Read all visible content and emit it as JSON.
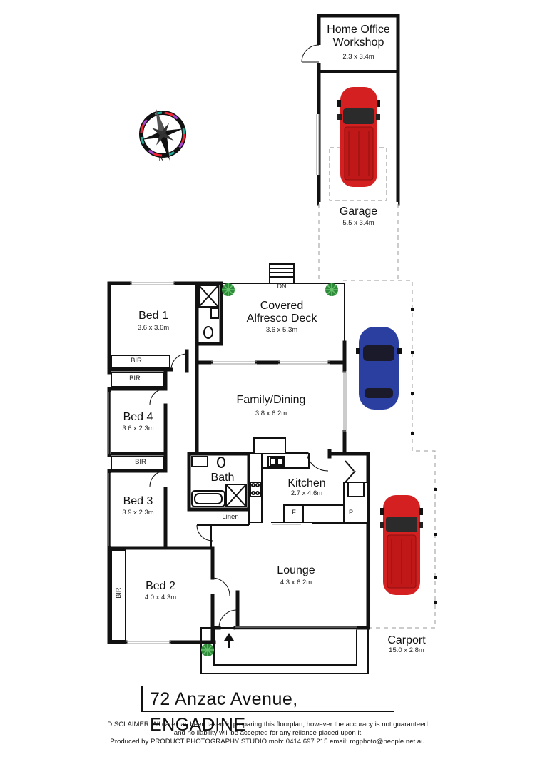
{
  "compass": {
    "label": "N"
  },
  "rooms": {
    "home_office": {
      "name_line1": "Home Office",
      "name_line2": "Workshop",
      "size": "2.3 x 3.4m"
    },
    "garage": {
      "name": "Garage",
      "size": "5.5 x 3.4m"
    },
    "bed1": {
      "name": "Bed 1",
      "size": "3.6 x 3.6m"
    },
    "alfresco": {
      "name_line1": "Covered",
      "name_line2": "Alfresco Deck",
      "size": "3.6 x 5.3m",
      "stairs_label": "DN"
    },
    "bed4": {
      "name": "Bed 4",
      "size": "3.6 x 2.3m"
    },
    "family_dining": {
      "name": "Family/Dining",
      "size": "3.8 x 6.2m"
    },
    "bath": {
      "name": "Bath"
    },
    "kitchen": {
      "name": "Kitchen",
      "size": "2.7 x 4.6m",
      "fridge": "F",
      "pantry": "P"
    },
    "bed3": {
      "name": "Bed 3",
      "size": "3.9 x 2.3m"
    },
    "linen": {
      "name": "Linen"
    },
    "lounge": {
      "name": "Lounge",
      "size": "4.3  x 6.2m"
    },
    "bed2": {
      "name": "Bed 2",
      "size": "4.0 x 4.3m"
    },
    "carport": {
      "name": "Carport",
      "size": "15.0 x 2.8m"
    }
  },
  "bir_labels": {
    "bed1": "BIR",
    "bed4": "BIR",
    "bed3": "BIR",
    "bed2": "BIR"
  },
  "address": "72 Anzac Avenue, ENGADINE",
  "disclaimer": {
    "line1": "DISCLAIMER: All care has been taken in preparing this floorplan, however the accuracy is not guaranteed",
    "line2": "and no liability will be accepted for any reliance placed upon it",
    "line3": "Produced by PRODUCT PHOTOGRAPHY STUDIO mob: 0414 697 215 email: mgphoto@people.net.au"
  },
  "colors": {
    "wall": "#111111",
    "red_car": "#d42020",
    "blue_car": "#2a3fa0",
    "plant": "#2e8b3a"
  }
}
